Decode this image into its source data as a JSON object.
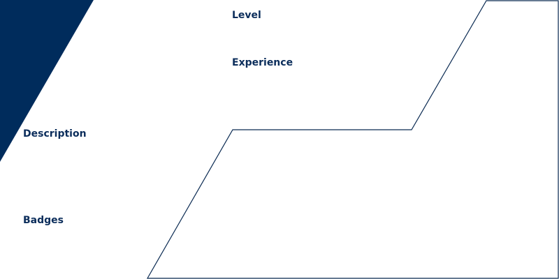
{
  "colors": {
    "accent": "#002c5c",
    "label_text": "#0b2d5b",
    "panel_outline": "#0a2a52",
    "background": "#ffffff"
  },
  "profile": {
    "level_label": "Level",
    "experience_label": "Experience",
    "description_label": "Description",
    "badges_label": "Badges"
  }
}
